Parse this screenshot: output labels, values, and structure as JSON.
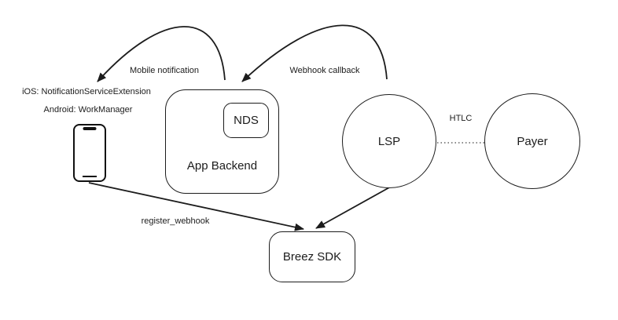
{
  "diagram": {
    "nodes": {
      "app_backend": "App Backend",
      "nds": "NDS",
      "lsp": "LSP",
      "payer": "Payer",
      "breez_sdk": "Breez SDK"
    },
    "annotations": {
      "platform_ios": "iOS: NotificationServiceExtension",
      "platform_android": "Android: WorkManager",
      "mobile_notification": "Mobile notification",
      "webhook_callback": "Webhook callback",
      "htlc": "HTLC",
      "register_webhook": "register_webhook"
    },
    "colors": {
      "stroke": "#1c1c1c",
      "background": "#ffffff"
    }
  }
}
